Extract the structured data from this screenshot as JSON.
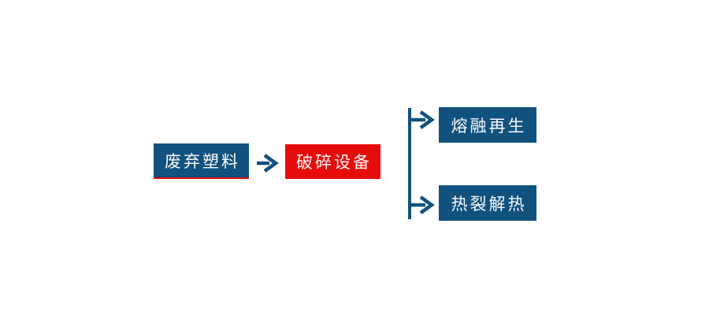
{
  "diagram": {
    "type": "flowchart",
    "direction": "left-to-right",
    "background": "#ffffff"
  },
  "colors": {
    "connector": "#11517e",
    "node_blue": "#11517e",
    "node_red": "#e60c0c",
    "underline_red": "#e60c0c",
    "node_text": "#fbfbfb"
  },
  "nodes": [
    {
      "id": "waste-plastic",
      "label": "废弃塑料",
      "fill": "#11517e",
      "underline": "#e60c0c"
    },
    {
      "id": "crushing-equipment",
      "label": "破碎设备",
      "fill": "#e60c0c"
    },
    {
      "id": "melt-regeneration",
      "label": "熔融再生",
      "fill": "#11517e"
    },
    {
      "id": "pyrolysis-heat",
      "label": "热裂解热",
      "fill": "#11517e"
    }
  ],
  "edges": [
    {
      "from": "waste-plastic",
      "to": "crushing-equipment",
      "style": "arrow"
    },
    {
      "from": "crushing-equipment",
      "to": "melt-regeneration",
      "style": "branch-arrow"
    },
    {
      "from": "crushing-equipment",
      "to": "pyrolysis-heat",
      "style": "branch-arrow"
    }
  ]
}
